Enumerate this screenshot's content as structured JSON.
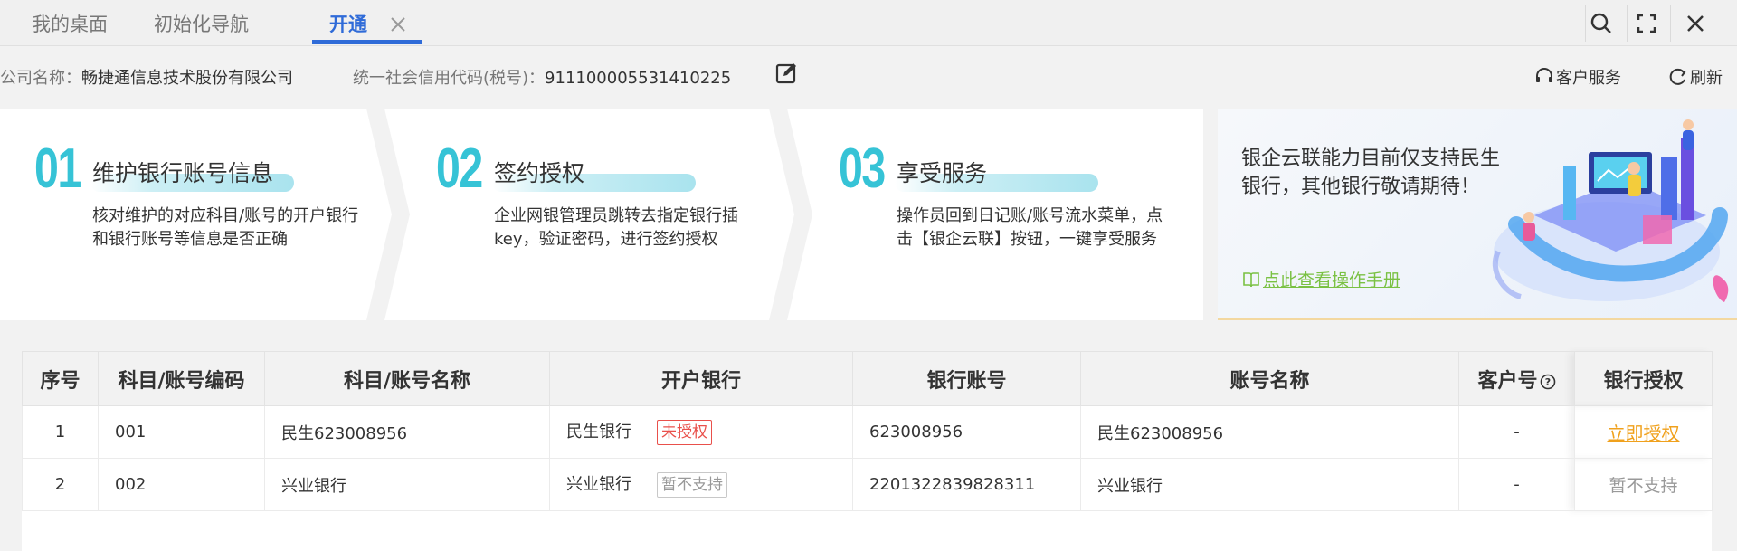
{
  "tabs": [
    {
      "label": "我的桌面",
      "active": false
    },
    {
      "label": "初始化导航",
      "active": false
    },
    {
      "label": "开通",
      "active": true
    }
  ],
  "window_controls": [
    "search-icon",
    "maximize-icon",
    "close-icon"
  ],
  "info": {
    "company_label": "公司名称：",
    "company_name": "畅捷通信息技术股份有限公司",
    "credit_label": "统一社会信用代码(税号)：",
    "credit_code": "911100005531410225",
    "customer_service": "客户服务",
    "refresh": "刷新"
  },
  "steps": [
    {
      "num": "01",
      "title": "维护银行账号信息",
      "desc": "核对维护的对应科目/账号的开户银行和银行账号等信息是否正确"
    },
    {
      "num": "02",
      "title": "签约授权",
      "desc": "企业网银管理员跳转去指定银行插key，验证密码，进行签约授权"
    },
    {
      "num": "03",
      "title": "享受服务",
      "desc": "操作员回到日记账/账号流水菜单，点击【银企云联】按钮，一键享受服务"
    }
  ],
  "promo": {
    "text": "银企云联能力目前仅支持民生银行，其他银行敬请期待！",
    "link": "点此查看操作手册"
  },
  "table": {
    "headers": [
      "序号",
      "科目/账号编码",
      "科目/账号名称",
      "开户银行",
      "银行账号",
      "账号名称",
      "客户号",
      "银行授权"
    ],
    "rows": [
      {
        "seq": "1",
        "code": "001",
        "name": "民生623008956",
        "bank": "民生银行",
        "bank_status": "未授权",
        "account": "623008956",
        "account_name": "民生623008956",
        "customer_no": "-",
        "action": "立即授权"
      },
      {
        "seq": "2",
        "code": "002",
        "name": "兴业银行",
        "bank": "兴业银行",
        "bank_status": "暂不支持",
        "account": "2201322839828311",
        "account_name": "兴业银行",
        "customer_no": "-",
        "action": "暂不支持"
      }
    ]
  },
  "colors": {
    "accent": "#2f6bd8",
    "step_number": "#36c3d6",
    "unauthorized": "#e9504b",
    "authorize_link": "#f0a11d",
    "manual_link": "#7ac143"
  }
}
